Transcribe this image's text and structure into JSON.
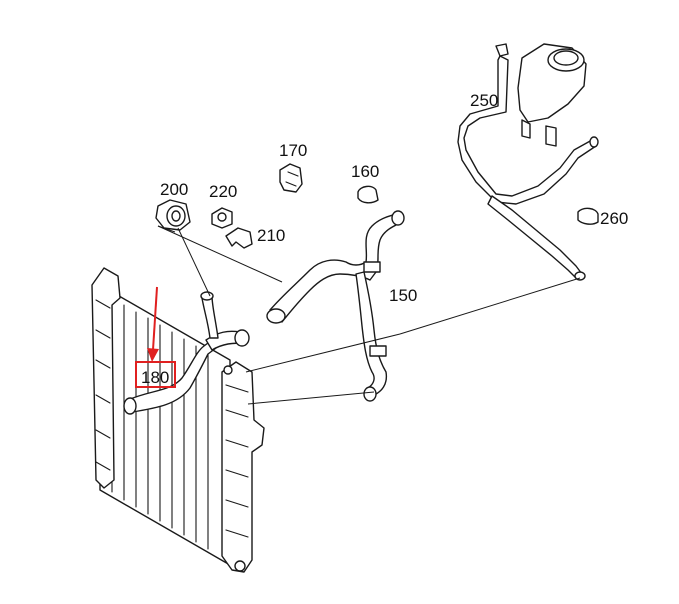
{
  "parts": [
    {
      "id": "150",
      "label": "150"
    },
    {
      "id": "160",
      "label": "160"
    },
    {
      "id": "170",
      "label": "170"
    },
    {
      "id": "180",
      "label": "180"
    },
    {
      "id": "200",
      "label": "200"
    },
    {
      "id": "210",
      "label": "210"
    },
    {
      "id": "220",
      "label": "220"
    },
    {
      "id": "250",
      "label": "250"
    },
    {
      "id": "260",
      "label": "260"
    }
  ],
  "highlight": {
    "part": "180",
    "color": "#e02020"
  }
}
